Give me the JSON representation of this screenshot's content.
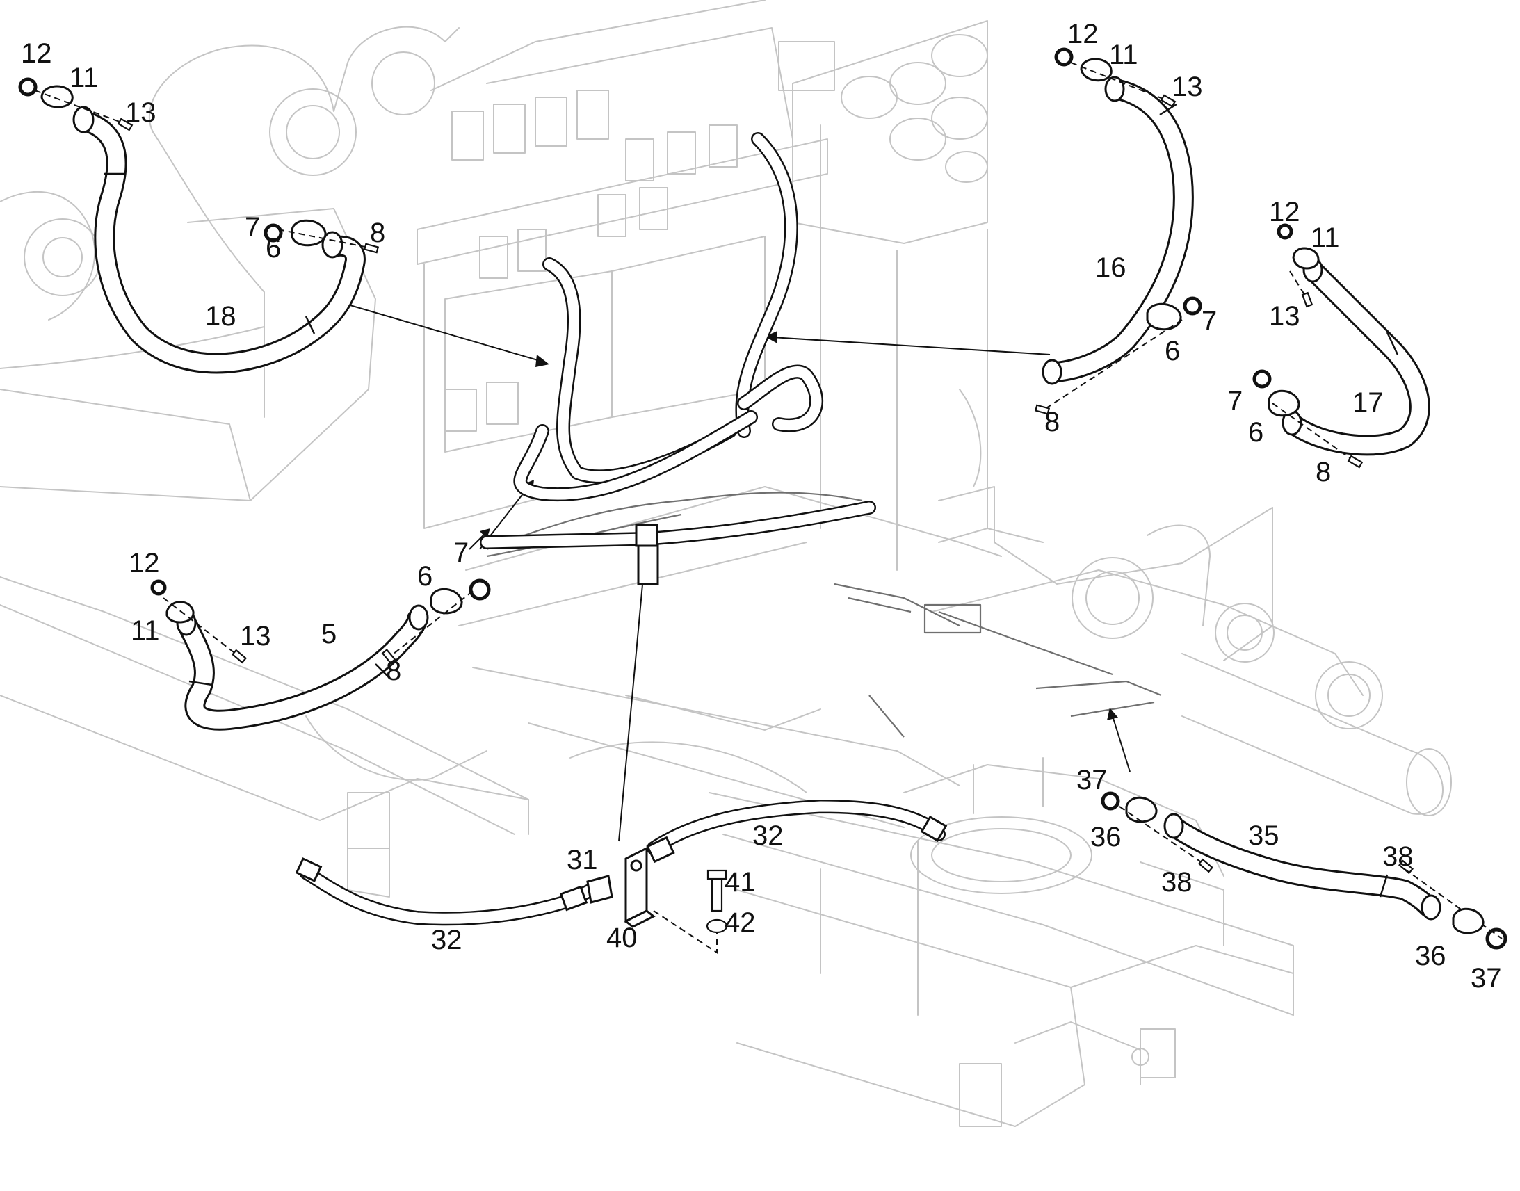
{
  "diagram": {
    "background": "#ffffff",
    "line_color": "#111111",
    "ghost_color": "#c4c4c4",
    "callouts": [
      {
        "id": "c12a",
        "text": "12"
      },
      {
        "id": "c11a",
        "text": "11"
      },
      {
        "id": "c13a",
        "text": "13"
      },
      {
        "id": "c7a",
        "text": "7"
      },
      {
        "id": "c6a",
        "text": "6"
      },
      {
        "id": "c8a",
        "text": "8"
      },
      {
        "id": "c18",
        "text": "18"
      },
      {
        "id": "c12b",
        "text": "12"
      },
      {
        "id": "c11b",
        "text": "11"
      },
      {
        "id": "c13b",
        "text": "13"
      },
      {
        "id": "c16",
        "text": "16"
      },
      {
        "id": "c7b",
        "text": "7"
      },
      {
        "id": "c6b",
        "text": "6"
      },
      {
        "id": "c8b",
        "text": "8"
      },
      {
        "id": "c12c",
        "text": "12"
      },
      {
        "id": "c11c",
        "text": "11"
      },
      {
        "id": "c13c",
        "text": "13"
      },
      {
        "id": "c7c",
        "text": "7"
      },
      {
        "id": "c6c",
        "text": "6"
      },
      {
        "id": "c17",
        "text": "17"
      },
      {
        "id": "c8c",
        "text": "8"
      },
      {
        "id": "c12d",
        "text": "12"
      },
      {
        "id": "c11d",
        "text": "11"
      },
      {
        "id": "c13d",
        "text": "13"
      },
      {
        "id": "c5",
        "text": "5"
      },
      {
        "id": "c6d",
        "text": "6"
      },
      {
        "id": "c7d",
        "text": "7"
      },
      {
        "id": "c8d",
        "text": "8"
      },
      {
        "id": "c37a",
        "text": "37"
      },
      {
        "id": "c36a",
        "text": "36"
      },
      {
        "id": "c35",
        "text": "35"
      },
      {
        "id": "c38a",
        "text": "38"
      },
      {
        "id": "c38b",
        "text": "38"
      },
      {
        "id": "c36b",
        "text": "36"
      },
      {
        "id": "c37b",
        "text": "37"
      },
      {
        "id": "c31",
        "text": "31"
      },
      {
        "id": "c32a",
        "text": "32"
      },
      {
        "id": "c32b",
        "text": "32"
      },
      {
        "id": "c40",
        "text": "40"
      },
      {
        "id": "c41",
        "text": "41"
      },
      {
        "id": "c42",
        "text": "42"
      }
    ]
  }
}
